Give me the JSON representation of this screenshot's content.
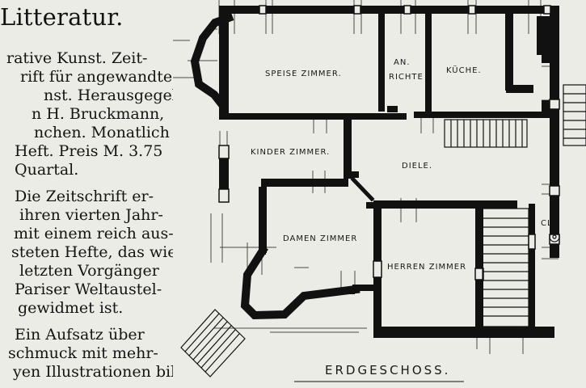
{
  "article": {
    "title": "Litteratur.",
    "lines": [
      "rative Kunst. Zeit-",
      "rift für angewandte",
      "nst. Herausgegeben",
      "n H. Bruckmann,",
      "nchen. Monatlich",
      "Heft. Preis M. 3.75",
      "Quartal.",
      "Die Zeitschrift er-",
      "ihren vierten Jahr-",
      "mit einem reich aus-",
      "steten Hefte, das wie",
      "letzten Vorgänger",
      "Pariser Weltaustel-",
      "gewidmet ist.",
      "Ein Aufsatz über",
      "schmuck mit mehr-",
      "yen Illustrationen bil-"
    ]
  },
  "floorplan": {
    "rooms": {
      "speise": "SPEISE ZIMMER.",
      "anrichte_top": "AN.",
      "anrichte_bottom": "RICHTE",
      "kueche": "KÜCHE.",
      "kinder": "KINDER ZIMMER.",
      "diele": "DIELE.",
      "damen": "DAMEN ZIMMER",
      "herren": "HERREN ZIMMER",
      "cl": "CL."
    },
    "caption": "ERDGESCHOSS."
  }
}
